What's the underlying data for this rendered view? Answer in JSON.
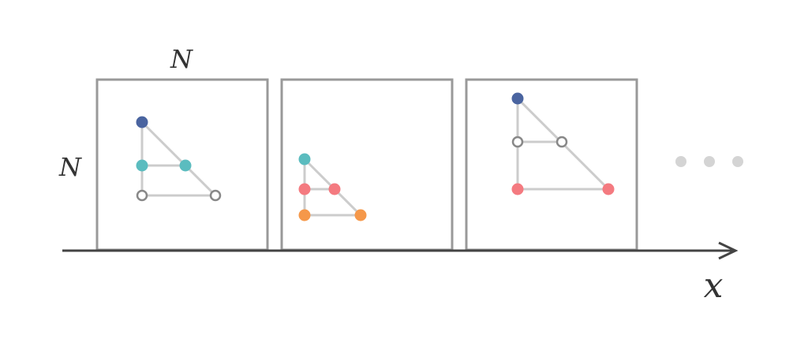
{
  "labels": {
    "top": "N",
    "left": "N",
    "axis": "x"
  },
  "colors": {
    "frame": "#999999",
    "edge": "#cccccc",
    "axis": "#444444",
    "blue": "#4a64a0",
    "teal": "#5bbcbf",
    "red": "#f47a80",
    "orange": "#f5984a",
    "hollow": "#888888",
    "ellipsis": "#d4d4d4"
  },
  "panels": [
    {
      "name": "panel-1",
      "nodes": [
        {
          "name": "node-blue",
          "kind": "blue"
        },
        {
          "name": "node-teal-a",
          "kind": "teal"
        },
        {
          "name": "node-teal-b",
          "kind": "teal"
        },
        {
          "name": "node-hollow-a",
          "kind": "hollow"
        },
        {
          "name": "node-hollow-b",
          "kind": "hollow"
        }
      ]
    },
    {
      "name": "panel-2",
      "nodes": [
        {
          "name": "node-teal",
          "kind": "teal"
        },
        {
          "name": "node-red-a",
          "kind": "red"
        },
        {
          "name": "node-red-b",
          "kind": "red"
        },
        {
          "name": "node-orange-a",
          "kind": "orange"
        },
        {
          "name": "node-orange-b",
          "kind": "orange"
        }
      ]
    },
    {
      "name": "panel-3",
      "nodes": [
        {
          "name": "node-blue",
          "kind": "blue"
        },
        {
          "name": "node-hollow-a",
          "kind": "hollow"
        },
        {
          "name": "node-hollow-b",
          "kind": "hollow"
        },
        {
          "name": "node-red-a",
          "kind": "red"
        },
        {
          "name": "node-red-b",
          "kind": "red"
        }
      ]
    }
  ]
}
